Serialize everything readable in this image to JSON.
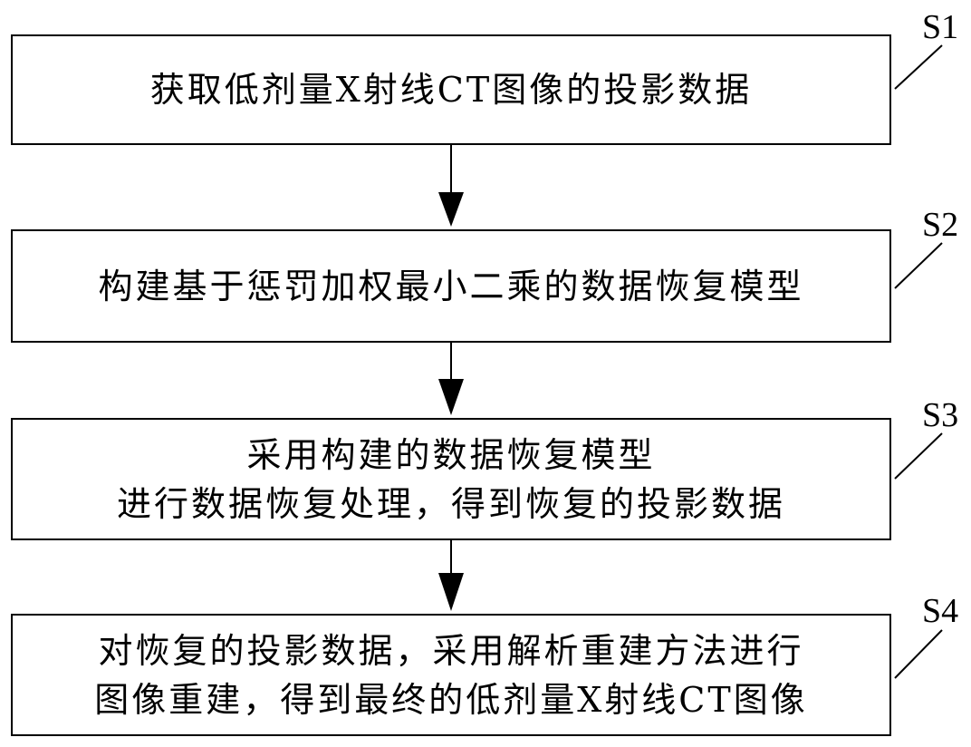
{
  "steps": [
    {
      "label": "S1",
      "lines": [
        "获取低剂量X射线CT图像的投影数据"
      ]
    },
    {
      "label": "S2",
      "lines": [
        "构建基于惩罚加权最小二乘的数据恢复模型"
      ]
    },
    {
      "label": "S3",
      "lines": [
        "采用构建的数据恢复模型",
        "进行数据恢复处理，得到恢复的投影数据"
      ]
    },
    {
      "label": "S4",
      "lines": [
        "对恢复的投影数据，采用解析重建方法进行",
        "图像重建，得到最终的低剂量X射线CT图像"
      ]
    }
  ]
}
